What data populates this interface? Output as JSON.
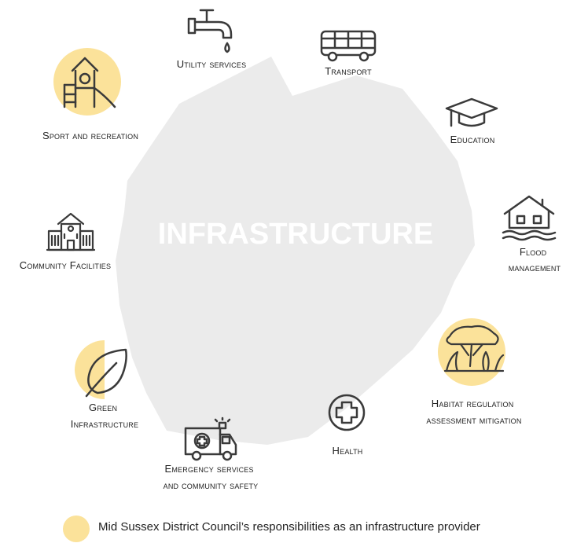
{
  "center_label": "INFRASTRUCTURE",
  "colors": {
    "shape_fill": "#ebebeb",
    "highlight": "#fbe29a",
    "icon_stroke": "#3a3a3a"
  },
  "items": [
    {
      "key": "utility",
      "lines": [
        "Utility services"
      ],
      "icon": "water-tap-icon",
      "highlighted": false
    },
    {
      "key": "transport",
      "lines": [
        "Transport"
      ],
      "icon": "bus-icon",
      "highlighted": false
    },
    {
      "key": "education",
      "lines": [
        "Education"
      ],
      "icon": "graduation-cap-icon",
      "highlighted": false
    },
    {
      "key": "flood",
      "lines": [
        "Flood",
        "management"
      ],
      "icon": "flood-house-icon",
      "highlighted": false
    },
    {
      "key": "habitat",
      "lines": [
        "Habitat regulation",
        "assessment mitigation"
      ],
      "icon": "habitat-tree-icon",
      "highlighted": true
    },
    {
      "key": "health",
      "lines": [
        "Health"
      ],
      "icon": "medical-cross-icon",
      "highlighted": false
    },
    {
      "key": "emergency",
      "lines": [
        "Emergency services",
        "and community safety"
      ],
      "icon": "ambulance-icon",
      "highlighted": false
    },
    {
      "key": "green",
      "lines": [
        "Green",
        "Infrastructure"
      ],
      "icon": "leaf-icon",
      "highlighted": "partial"
    },
    {
      "key": "community",
      "lines": [
        "Community Facilities"
      ],
      "icon": "community-building-icon",
      "highlighted": false
    },
    {
      "key": "sport",
      "lines": [
        "Sport and recreation"
      ],
      "icon": "playground-slide-icon",
      "highlighted": true
    }
  ],
  "legend": {
    "text": "Mid Sussex District Council’s responsibilities as an infrastructure provider"
  }
}
